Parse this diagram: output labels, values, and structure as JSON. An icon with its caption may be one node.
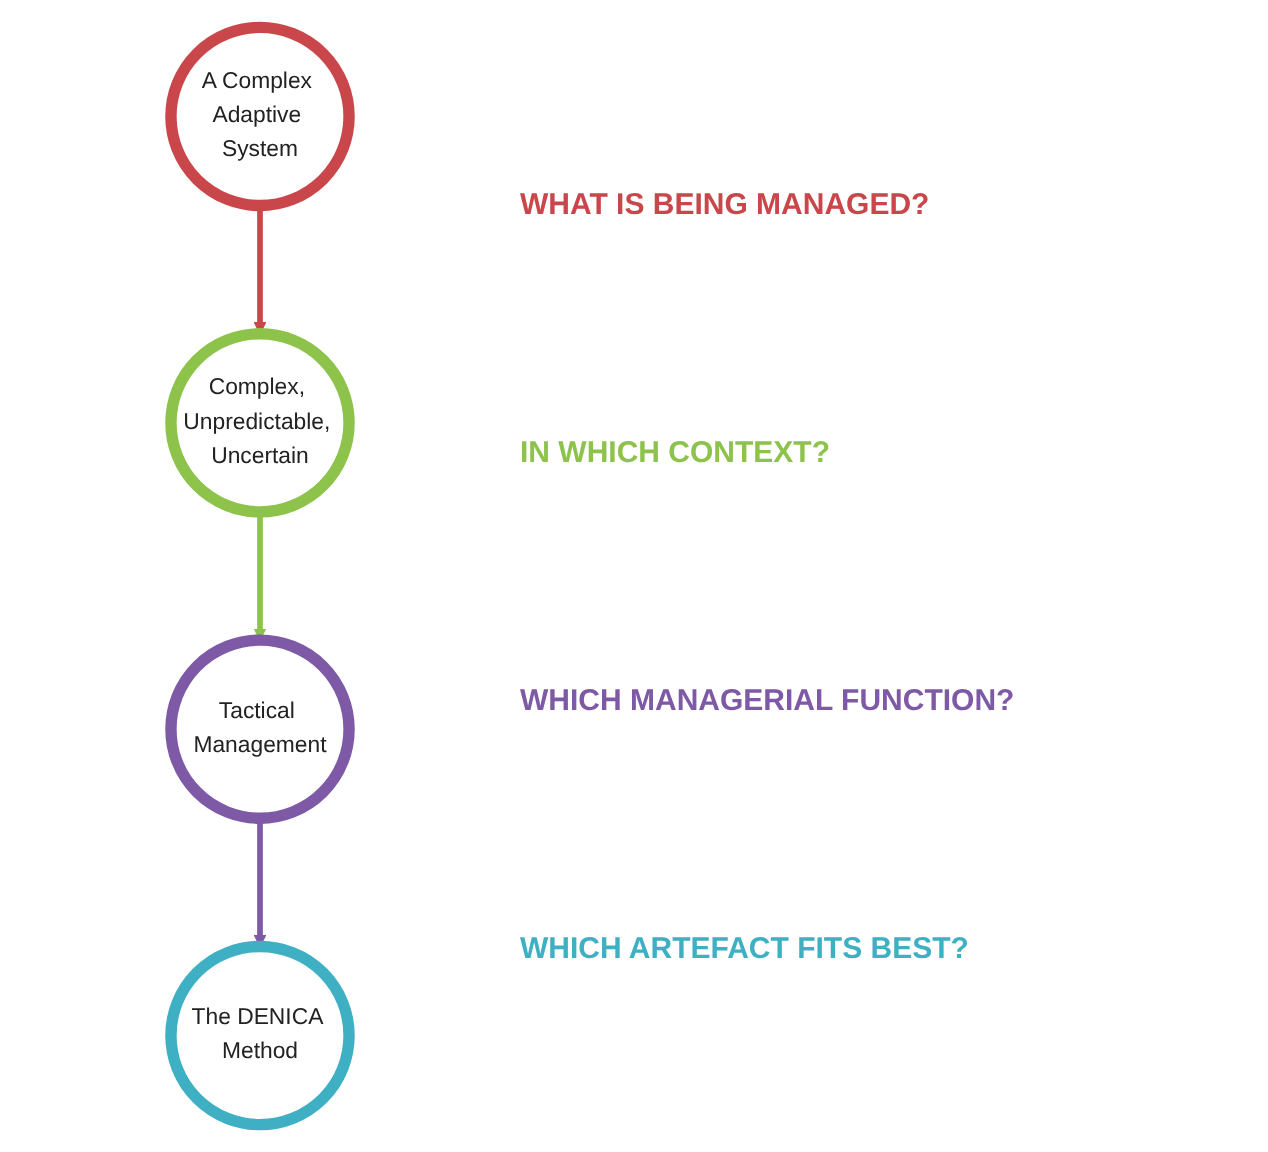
{
  "diagram": {
    "nodes": [
      {
        "text": [
          "A Complex Adaptive System"
        ]
      },
      {
        "text": [
          "Complex, Unpredictable, Uncertain"
        ]
      },
      {
        "text": [
          "Tactical Management"
        ]
      },
      {
        "text": [
          "The DENICA Method"
        ]
      }
    ],
    "edges": [
      {
        "from": 0,
        "to": 1,
        "arrow": "to",
        "color": "#c9474a"
      },
      {
        "from": 1,
        "to": 2,
        "arrow": "to",
        "color": "#8dc34a"
      },
      {
        "from": 2,
        "to": 3,
        "arrow": "to",
        "color": "#7e5aa6"
      }
    ],
    "labels": [
      "WHAT IS BEING MANAGED?",
      "IN WHICH CONTEXT?",
      "WHICH MANAGERIAL FUNCTION?",
      "WHICH ARTEFACT FITS BEST?"
    ]
  }
}
